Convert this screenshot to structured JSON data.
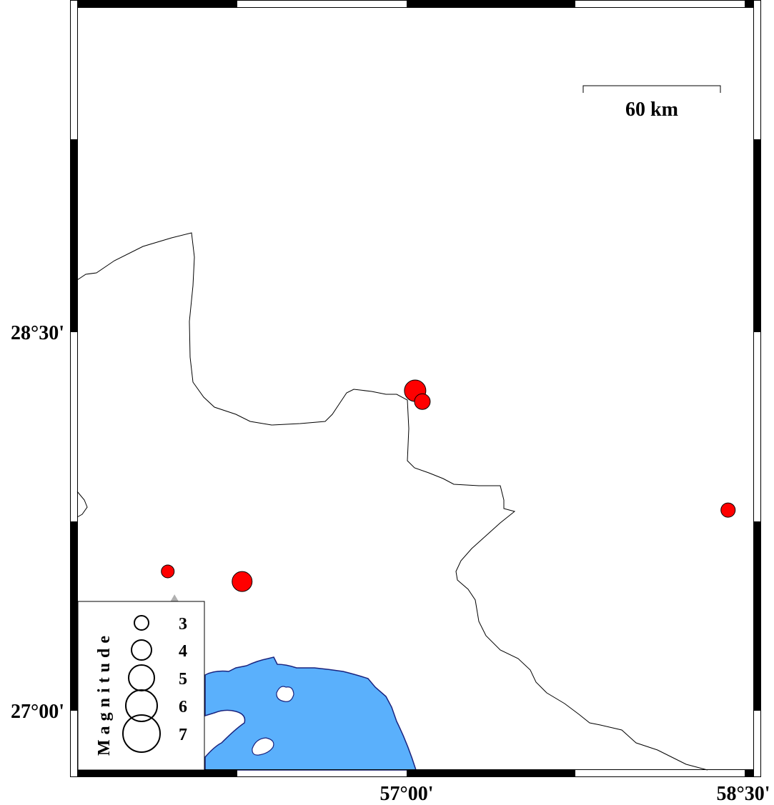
{
  "map": {
    "extent": {
      "lon_min": 55.538,
      "lon_max": 58.542,
      "lat_min": 26.765,
      "lat_max": 29.788
    },
    "lon_ticks": [
      {
        "value": 57.0,
        "label": "57°00'"
      },
      {
        "value": 58.5,
        "label": "58°30'"
      }
    ],
    "lat_ticks": [
      {
        "value": 28.5,
        "label": "28°30'"
      },
      {
        "value": 27.0,
        "label": "27°00'"
      }
    ],
    "scale_bar": {
      "label": "60 km",
      "length_km": 60
    },
    "colors": {
      "water": "#5ab0fc",
      "coast": "#1a237e",
      "event": "#ff0000",
      "station": "#b0b0b0"
    }
  },
  "events": [
    {
      "lon": 57.038,
      "lat": 28.268,
      "magnitude": 4.25
    },
    {
      "lon": 57.07,
      "lat": 28.225,
      "magnitude": 3.25
    },
    {
      "lon": 58.427,
      "lat": 27.795,
      "magnitude": 3.0
    },
    {
      "lon": 55.94,
      "lat": 27.552,
      "magnitude": 2.75
    },
    {
      "lon": 56.27,
      "lat": 27.512,
      "magnitude": 4.0
    }
  ],
  "station": {
    "lon": 55.97,
    "lat": 27.41
  },
  "legend": {
    "title": "Magnitude",
    "items": [
      {
        "label": "3",
        "magnitude": 3
      },
      {
        "label": "4",
        "magnitude": 4
      },
      {
        "label": "5",
        "magnitude": 5
      },
      {
        "label": "6",
        "magnitude": 6
      },
      {
        "label": "7",
        "magnitude": 7
      }
    ]
  }
}
